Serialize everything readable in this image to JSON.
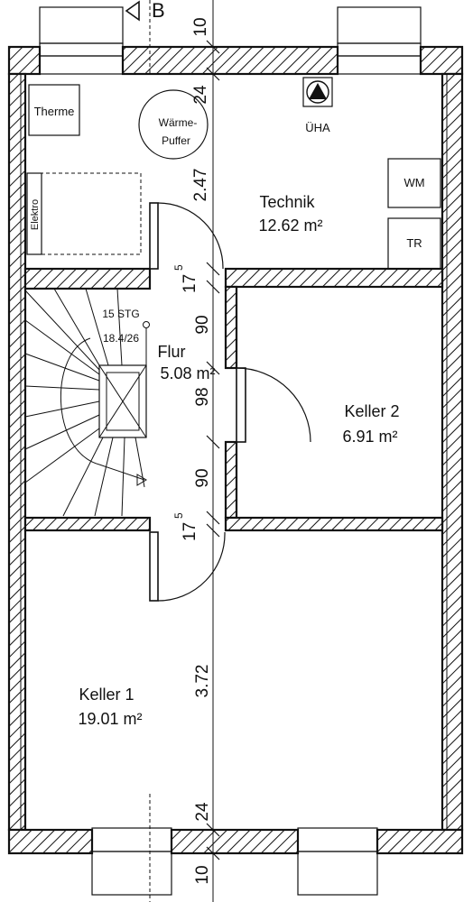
{
  "section_marker": "B",
  "rooms": {
    "technik": {
      "name": "Technik",
      "area": "12.62 m²"
    },
    "flur": {
      "name": "Flur",
      "area": "5.08 m²"
    },
    "keller2": {
      "name": "Keller 2",
      "area": "6.91 m²"
    },
    "keller1": {
      "name": "Keller 1",
      "area": "19.01 m²"
    }
  },
  "fixtures": {
    "therme": "Therme",
    "waerme_line1": "Wärme-",
    "waerme_line2": "Puffer",
    "uha": "ÜHA",
    "wm": "WM",
    "tr": "TR",
    "elektro": "Elektro"
  },
  "stair": {
    "steps": "15 STG",
    "ratio": "18.4/26"
  },
  "dimensions": {
    "d10_top": "10",
    "d24_top": "24",
    "d247": "2.47",
    "d175_top": "17",
    "d175_top_sup": "5",
    "d90_top": "90",
    "d98": "98",
    "d90_bottom": "90",
    "d175_bottom": "17",
    "d175_bottom_sup": "5",
    "d372": "3.72",
    "d24_bottom": "24",
    "d10_bottom": "10"
  }
}
